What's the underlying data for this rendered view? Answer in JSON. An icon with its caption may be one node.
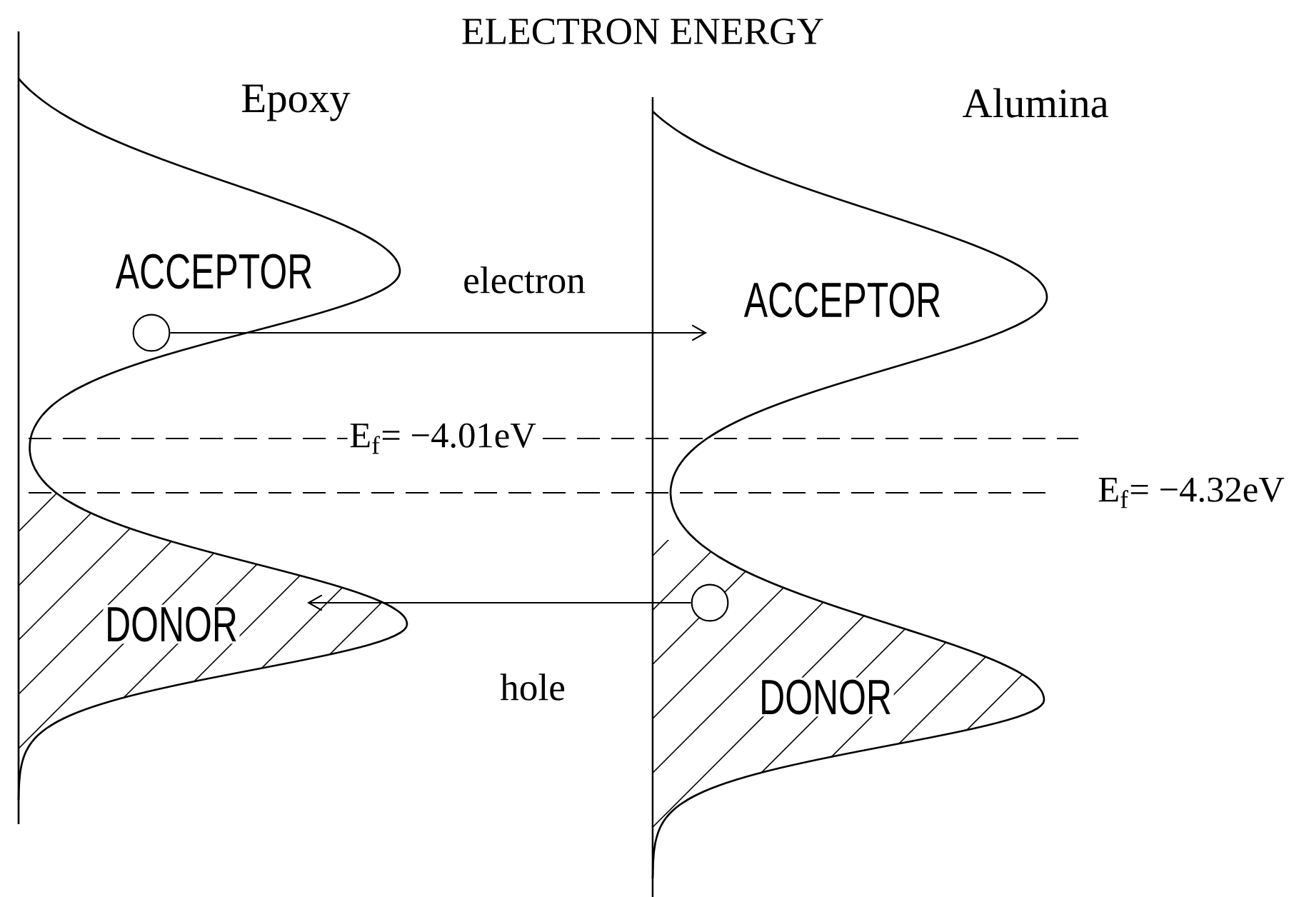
{
  "diagram": {
    "title": "ELECTRON ENERGY",
    "nodes": [
      {
        "text": [],
        "shape": "circle"
      },
      {
        "text": [],
        "shape": "circle"
      }
    ],
    "edges": [
      {
        "from": 0,
        "to": null,
        "arrow": "to",
        "label": "electron"
      },
      {
        "from": 1,
        "to": null,
        "arrow": "to",
        "label": "hole"
      }
    ],
    "labels": [
      "Epoxy",
      "Alumina",
      "ACCEPTOR",
      "ACCEPTOR",
      "E$_{f}$= −4.01eV",
      "E$_{f}$= −4.32eV",
      "DONOR",
      "DONOR"
    ]
  }
}
